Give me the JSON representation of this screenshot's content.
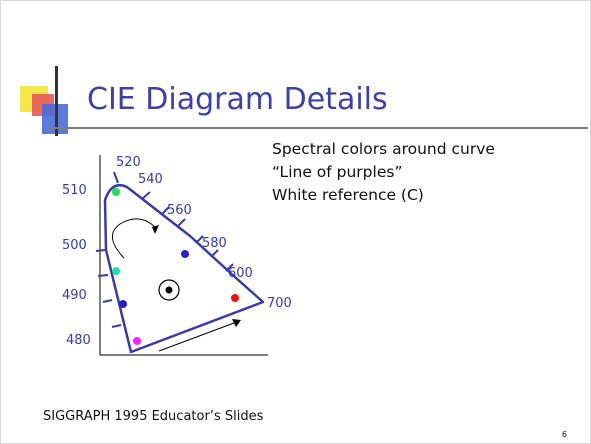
{
  "slide": {
    "title": "CIE Diagram Details",
    "bullets": [
      "Spectral colors around curve",
      "“Line of purples”",
      "White reference (C)"
    ],
    "footer": "SIGGRAPH 1995 Educator’s Slides",
    "page_number": "6"
  },
  "diagram": {
    "wavelength_labels": [
      "520",
      "540",
      "560",
      "580",
      "600",
      "700",
      "510",
      "500",
      "490",
      "480"
    ],
    "colors": {
      "curve": "#3b3ba7",
      "green_dot": "#22dd55",
      "cyan_dot": "#22ddaa",
      "blue_dot": "#2222cc",
      "red_dot": "#ee1111",
      "magenta_dot": "#ff22ff",
      "white_point": "#000000"
    }
  }
}
